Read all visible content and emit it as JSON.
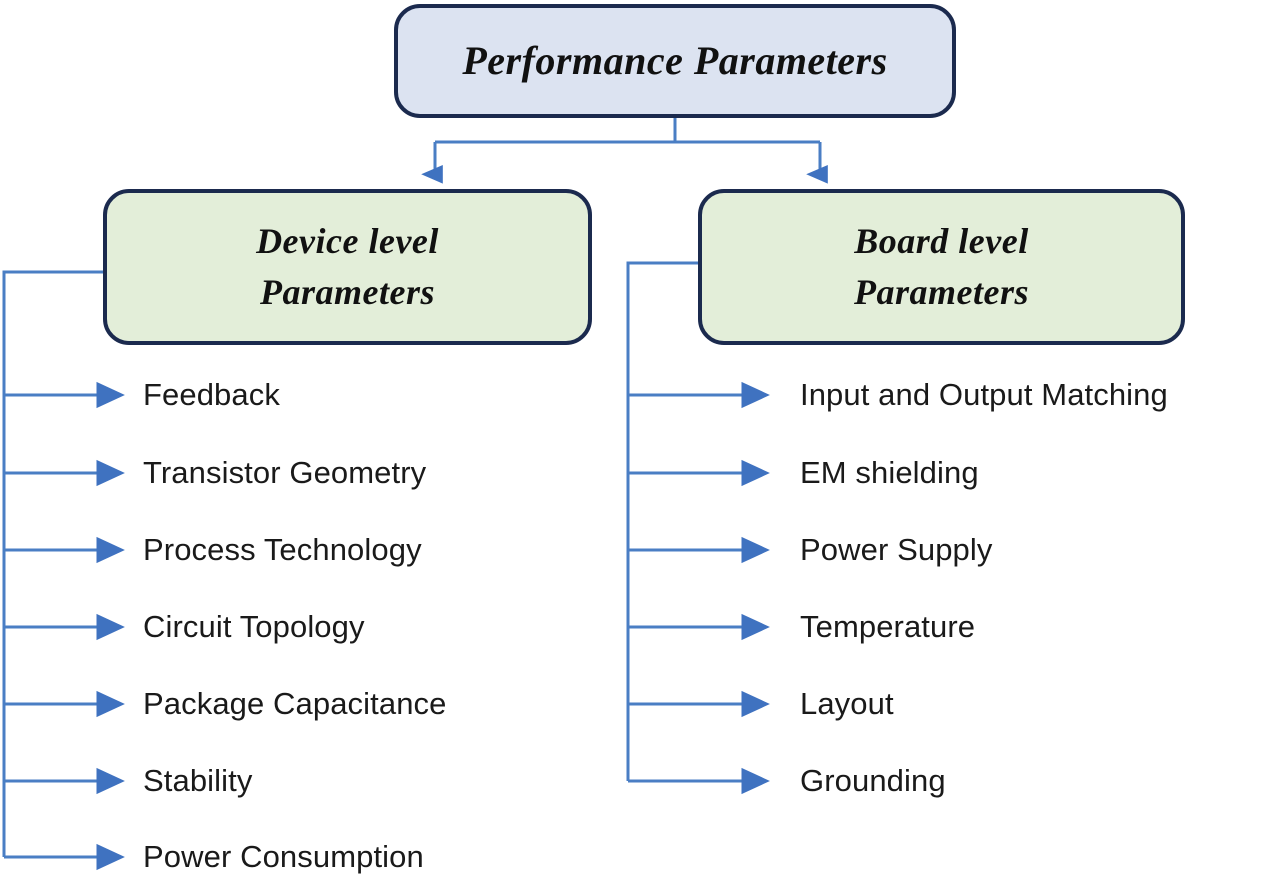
{
  "diagram": {
    "root": {
      "label": "Performance Parameters",
      "fill": "#dce3f1",
      "border": "#1b2a4e"
    },
    "branches": [
      {
        "id": "device-level",
        "label_line1": "Device level",
        "label_line2": "Parameters",
        "fill": "#e3eed9",
        "border": "#1b2a4e",
        "items": [
          "Feedback",
          "Transistor Geometry",
          "Process Technology",
          "Circuit Topology",
          "Package Capacitance",
          "Stability",
          "Power Consumption"
        ]
      },
      {
        "id": "board-level",
        "label_line1": "Board level",
        "label_line2": "Parameters",
        "fill": "#e3eed9",
        "border": "#1b2a4e",
        "items": [
          "Input and Output Matching",
          "EM shielding",
          "Power Supply",
          "Temperature",
          "Layout",
          "Grounding"
        ]
      }
    ],
    "connector_color": "#4a7ec4",
    "arrow_color": "#3f72c0"
  }
}
